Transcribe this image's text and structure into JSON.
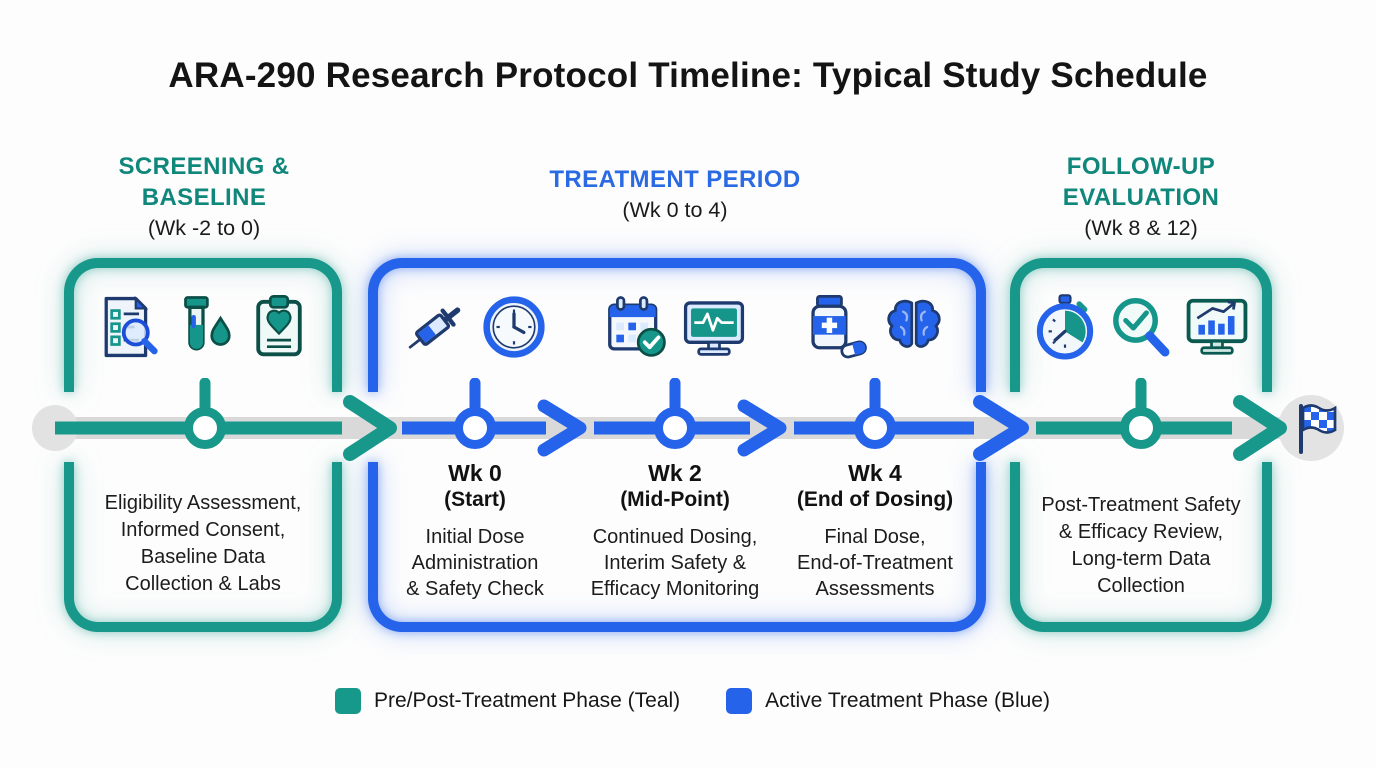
{
  "title": "ARA-290 Research Protocol Timeline: Typical Study Schedule",
  "colors": {
    "teal": "#16988a",
    "blue": "#2563eb",
    "track_gray": "#d9d9d9",
    "node_fill": "#ffffff",
    "endpoint_gray": "#e3e3e3"
  },
  "phases": [
    {
      "name": "Screening & Baseline",
      "header_line1": "SCREENING &",
      "header_line2": "BASELINE",
      "week_range": "(Wk -2 to 0)",
      "phase_color": "#16988a",
      "description": "Eligibility Assessment,\nInformed Consent,\nBaseline Data\nCollection & Labs",
      "icons": [
        "checklist-search-icon",
        "test-tube-icon",
        "clipboard-heart-icon"
      ]
    },
    {
      "name": "Treatment Period",
      "header_line1": "TREATMENT PERIOD",
      "week_range": "(Wk 0 to 4)",
      "phase_color": "#2563eb",
      "milestones": [
        {
          "week": "Wk 0",
          "label": "(Start)",
          "description": "Initial Dose\nAdministration\n& Safety Check",
          "icons": [
            "syringe-icon",
            "clock-icon"
          ]
        },
        {
          "week": "Wk 2",
          "label": "(Mid-Point)",
          "description": "Continued Dosing,\nInterim Safety &\nEfficacy Monitoring",
          "icons": [
            "calendar-check-icon",
            "monitor-ecg-icon"
          ]
        },
        {
          "week": "Wk 4",
          "label": "(End of Dosing)",
          "description": "Final Dose,\nEnd-of-Treatment\nAssessments",
          "icons": [
            "pill-bottle-icon",
            "brain-icon"
          ]
        }
      ]
    },
    {
      "name": "Follow-up Evaluation",
      "header_line1": "FOLLOW-UP",
      "header_line2": "EVALUATION",
      "week_range": "(Wk 8 & 12)",
      "phase_color": "#16988a",
      "description": "Post-Treatment Safety\n& Efficacy Review,\nLong-term Data\nCollection",
      "icons": [
        "stopwatch-icon",
        "magnifier-check-icon",
        "monitor-chart-icon"
      ]
    }
  ],
  "timeline": {
    "start_marker": "start-dot",
    "end_marker": "finish-flag-icon"
  },
  "legend": [
    {
      "label": "Pre/Post-Treatment Phase (Teal)",
      "color": "#16988a"
    },
    {
      "label": "Active Treatment Phase (Blue)",
      "color": "#2563eb"
    }
  ]
}
